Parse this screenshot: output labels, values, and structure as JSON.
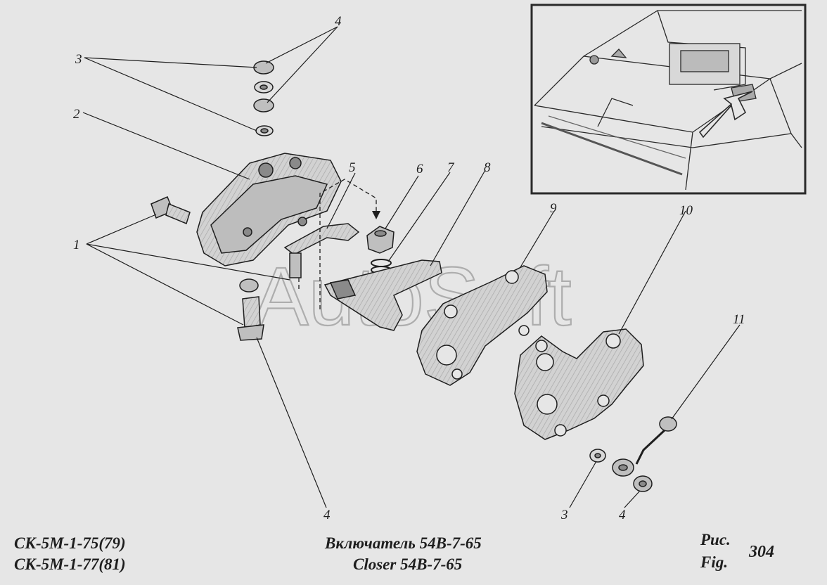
{
  "watermark": "AutoSoft",
  "captions": {
    "model_1": "СК-5М-1-75(79)",
    "model_2": "СК-5М-1-77(81)",
    "title_ru": "Включатель 54В-7-65",
    "title_en": "Closer 54B-7-65",
    "fig_ru": "Рис.",
    "fig_en": "Fig.",
    "fig_number": "304"
  },
  "callouts": {
    "c1": "1",
    "c2": "2",
    "c3_top": "3",
    "c3_bottom": "3",
    "c4_top": "4",
    "c4_mid": "4",
    "c4_bottom": "4",
    "c5": "5",
    "c6": "6",
    "c7": "7",
    "c8": "8",
    "c9": "9",
    "c10": "10",
    "c11": "11"
  },
  "colors": {
    "ink": "#1e1e1e",
    "paper": "#e6e6e6",
    "part_fill": "#cfcfcf",
    "part_dark": "#8a8a8a"
  }
}
